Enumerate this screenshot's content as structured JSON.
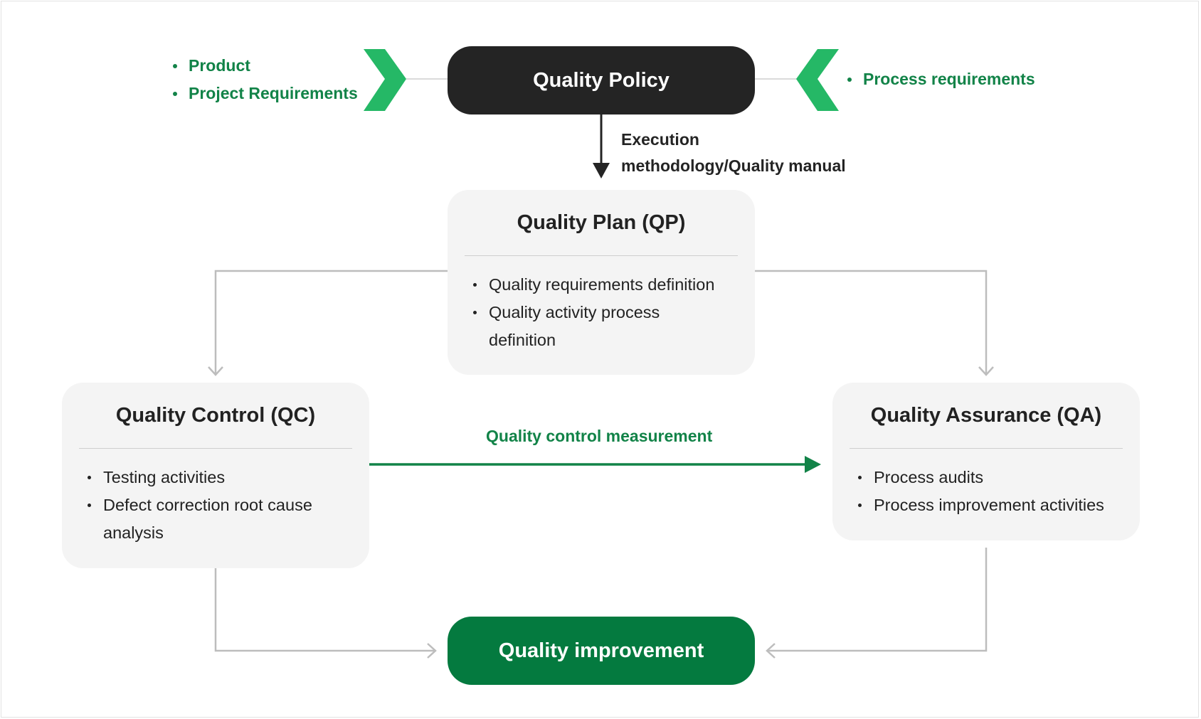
{
  "policy": {
    "title": "Quality Policy"
  },
  "inputs_left": {
    "items": [
      "Product",
      "Project Requirements"
    ]
  },
  "inputs_right": {
    "items": [
      "Process requirements"
    ]
  },
  "flow_label": {
    "line1": "Execution",
    "line2": "methodology/Quality manual"
  },
  "qp": {
    "title": "Quality Plan (QP)",
    "items": [
      "Quality requirements definition",
      "Quality activity process",
      "definition"
    ]
  },
  "qc": {
    "title": "Quality Control (QC)",
    "items": [
      "Testing activities",
      "Defect correction root cause",
      "analysis"
    ]
  },
  "qa": {
    "title": "Quality Assurance (QA)",
    "items": [
      "Process audits",
      "Process improvement activities"
    ]
  },
  "measure_label": "Quality control measurement",
  "improvement": {
    "title": "Quality improvement"
  },
  "colors": {
    "accent_green": "#25b866",
    "text_green": "#128348",
    "dark_box": "#242424",
    "improve_box": "#047a3f",
    "card_bg": "#f4f4f4",
    "connector_gray": "#bdbdbd"
  }
}
